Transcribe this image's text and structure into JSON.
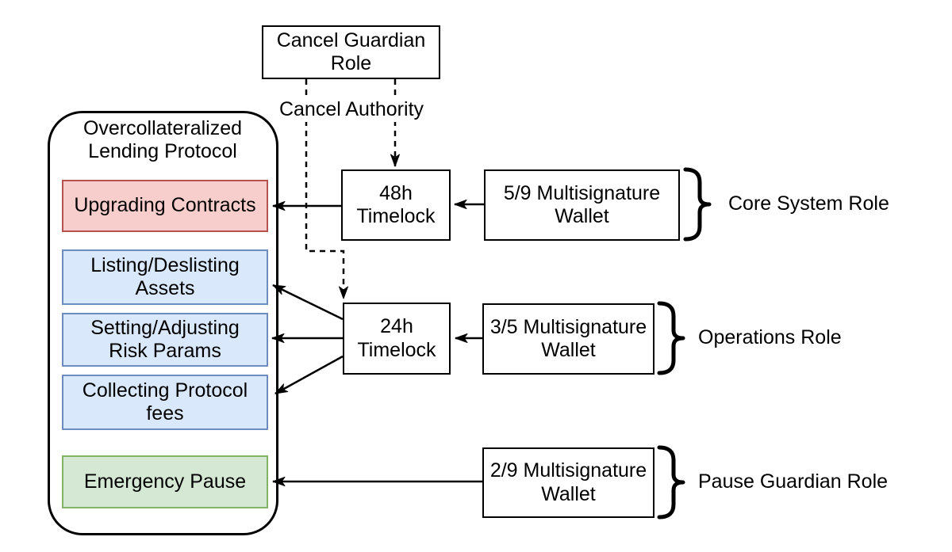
{
  "diagram_title": "Protocol roles and timelock governance diagram",
  "nodes": {
    "cancel_guardian": "Cancel Guardian\nRole",
    "cancel_authority_label": "Cancel Authority",
    "protocol_container_title": "Overcollateralized\nLending Protocol",
    "upgrading_contracts": "Upgrading Contracts",
    "listing_delisting_assets": "Listing/Deslisting\nAssets",
    "setting_adjusting_risk_params": "Setting/Adjusting\nRisk Params",
    "collecting_protocol_fees": "Collecting Protocol\nfees",
    "emergency_pause": "Emergency Pause",
    "timelock_48h": "48h\nTimelock",
    "timelock_24h": "24h\nTimelock",
    "multisig_5_9": "5/9 Multisignature\nWallet",
    "multisig_3_5": "3/5 Multisignature\nWallet",
    "multisig_2_9": "2/9 Multisignature\nWallet"
  },
  "roles": {
    "core_system": "Core System Role",
    "operations": "Operations Role",
    "pause_guardian": "Pause Guardian Role"
  },
  "colors": {
    "background": "#ffffff",
    "stroke": "#000000",
    "red_fill": "#f8cecc",
    "red_border": "#b85450",
    "blue_fill": "#dae8fc",
    "blue_border": "#6c8ebf",
    "green_fill": "#d5e8d4",
    "green_border": "#82b366"
  },
  "icons": {
    "brace_glyph": "}"
  }
}
